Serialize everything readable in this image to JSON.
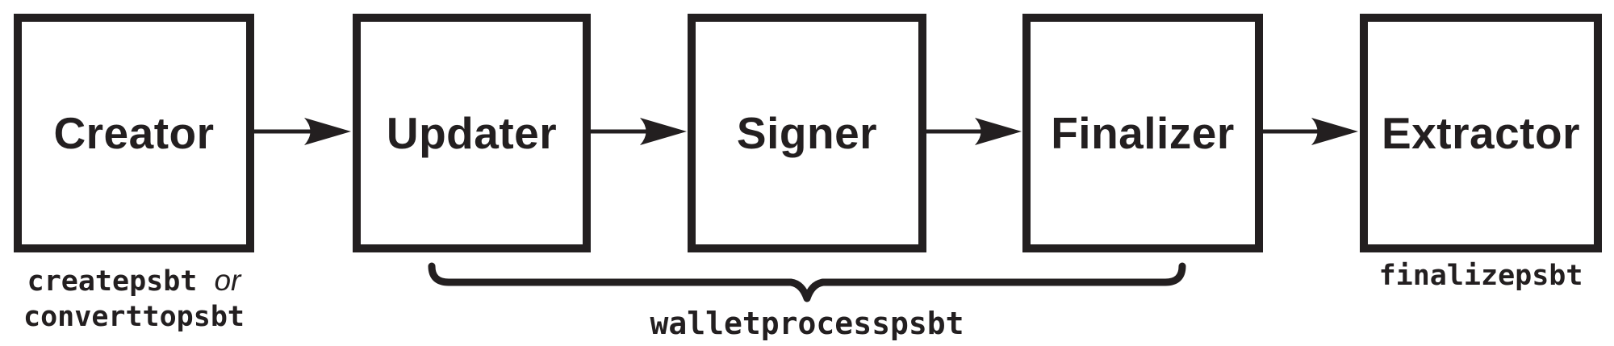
{
  "colors": {
    "ink": "#231f20",
    "background": "#ffffff"
  },
  "boxes": [
    {
      "label": "Creator"
    },
    {
      "label": "Updater"
    },
    {
      "label": "Signer"
    },
    {
      "label": "Finalizer"
    },
    {
      "label": "Extractor"
    }
  ],
  "captions": {
    "creator": {
      "code1": "createpsbt",
      "conjunction": "or",
      "code2": "converttopsbt"
    },
    "wallet_process": {
      "code": "walletprocesspsbt"
    },
    "extractor": {
      "code": "finalizepsbt"
    }
  }
}
